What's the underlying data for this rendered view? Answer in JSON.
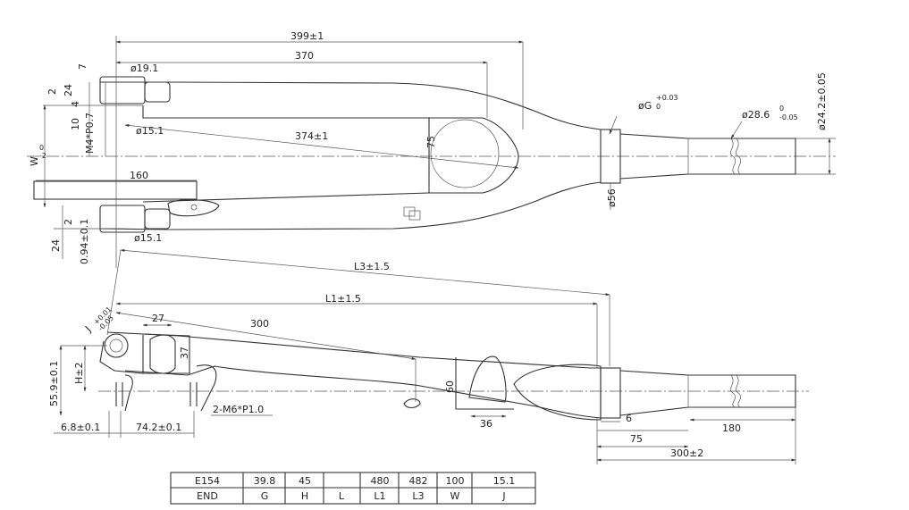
{
  "drawing": {
    "top_view_dims": {
      "d399": "399±1",
      "d370": "370",
      "d19_1": "ø19.1",
      "d7": "7",
      "d2a": "2",
      "d24a": "24",
      "d10": "10",
      "d4": "4",
      "m4": "M4*P0.7",
      "d15_1a": "ø15.1",
      "d374": "374±1",
      "d75": "75",
      "w": "W",
      "w_tol_top": "0",
      "w_tol_bot": "-2",
      "g": "øG",
      "g_tol_top": "+0.03",
      "g_tol_bot": "0",
      "d28_6": "ø28.6",
      "d28_tol_top": "0",
      "d28_tol_bot": "-0.05",
      "d24_2": "ø24.2±0.05",
      "d56": "ø56",
      "d160": "160",
      "d2b": "2",
      "d24b": "24",
      "d094": "0.94±0.1",
      "d15_1b": "ø15.1"
    },
    "side_view_dims": {
      "l3": "L3±1.5",
      "l1": "L1±1.5",
      "d300": "300",
      "d27": "27",
      "d37": "37",
      "j": "J",
      "j_tol_top": "+0.01",
      "j_tol_bot": "-0.05",
      "h": "H±2",
      "d55_9": "55.9±0.1",
      "d60": "60",
      "m6": "2-M6*P1.0",
      "d36": "36",
      "d6": "6",
      "d180": "180",
      "d75": "75",
      "d300_2": "300±2",
      "d6_8": "6.8±0.1",
      "d74_2": "74.2±0.1"
    }
  },
  "table": {
    "values": [
      "E154",
      "39.8",
      "45",
      "",
      "480",
      "482",
      "100",
      "15.1"
    ],
    "headers": [
      "END",
      "G",
      "H",
      "L",
      "L1",
      "L3",
      "W",
      "J"
    ]
  }
}
